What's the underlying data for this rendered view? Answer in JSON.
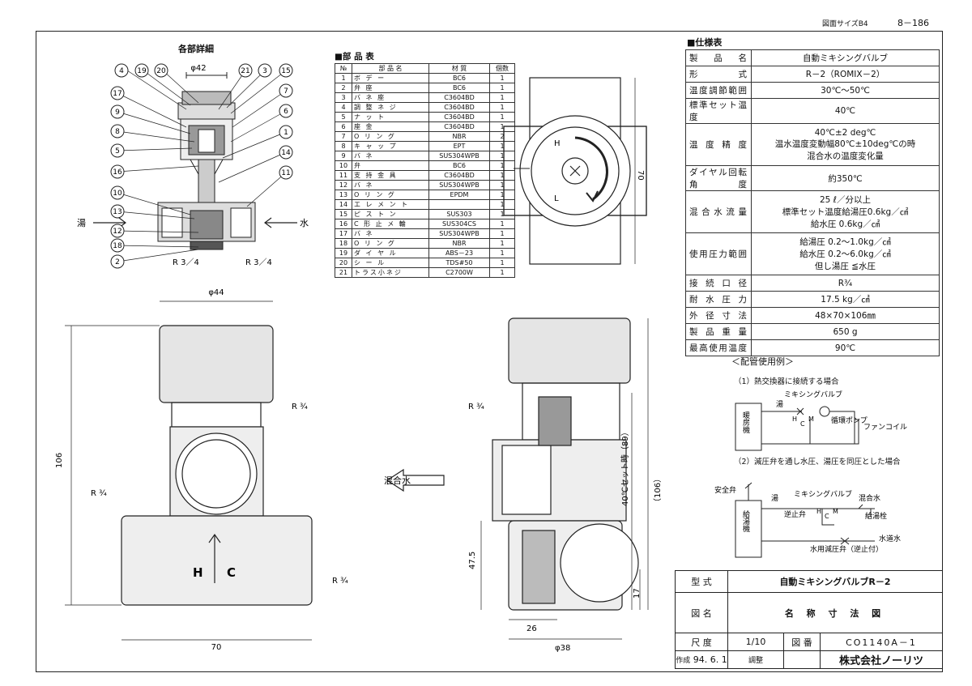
{
  "header": {
    "size_label": "図面サイズB4",
    "page": "8－186"
  },
  "detail_title": "各部詳細",
  "detail_labels": {
    "dia42": "φ42",
    "inlet_hot": "湯",
    "inlet_cold": "水",
    "port_left": "R 3／4",
    "port_right": "R 3／4",
    "callouts_left": [
      "4",
      "19",
      "20",
      "17",
      "9",
      "8",
      "5",
      "16",
      "10",
      "13",
      "12",
      "18",
      "2"
    ],
    "callouts_right": [
      "21",
      "3",
      "15",
      "7",
      "6",
      "1",
      "14",
      "11"
    ]
  },
  "parts_table": {
    "title": "■部 品 表",
    "headers": [
      "№",
      "部 品 名",
      "材 質",
      "個数"
    ],
    "rows": [
      [
        "1",
        "ボ デ ー",
        "BC6",
        "1"
      ],
      [
        "2",
        "弁 座",
        "BC6",
        "1"
      ],
      [
        "3",
        "バ ネ 座",
        "C3604BD",
        "1"
      ],
      [
        "4",
        "調 整 ネ ジ",
        "C3604BD",
        "1"
      ],
      [
        "5",
        "ナ ッ ト",
        "C3604BD",
        "1"
      ],
      [
        "6",
        "座 金",
        "C3604BD",
        "1"
      ],
      [
        "7",
        "O リ ン グ",
        "NBR",
        "2"
      ],
      [
        "8",
        "キ ャ ッ プ",
        "EPT",
        "1"
      ],
      [
        "9",
        "バ ネ",
        "SUS304WPB",
        "1"
      ],
      [
        "10",
        "弁",
        "BC6",
        "1"
      ],
      [
        "11",
        "支 持 金 具",
        "C3604BD",
        "1"
      ],
      [
        "12",
        "バ ネ",
        "SUS304WPB",
        "1"
      ],
      [
        "13",
        "O リ ン グ",
        "EPDM",
        "1"
      ],
      [
        "14",
        "エ レ メ ン ト",
        "",
        "1"
      ],
      [
        "15",
        "ピ ス ト ン",
        "SUS303",
        "1"
      ],
      [
        "16",
        "C 形 止 メ 輪",
        "SUS304CS",
        "1"
      ],
      [
        "17",
        "バ ネ",
        "SUS304WPB",
        "1"
      ],
      [
        "18",
        "O リ ン グ",
        "NBR",
        "1"
      ],
      [
        "19",
        "ダ イ ヤ ル",
        "ABS－23",
        "1"
      ],
      [
        "20",
        "シ ー ル",
        "TDS#50",
        "1"
      ],
      [
        "21",
        "トラス小ネジ",
        "C2700W",
        "1"
      ]
    ]
  },
  "spec_table": {
    "title": "■仕様表",
    "rows": [
      {
        "k": "製品名",
        "v": [
          "自動ミキシングバルブ"
        ]
      },
      {
        "k": "形式",
        "v": [
          "R－2（ROMIX－2）"
        ]
      },
      {
        "k": "温度調節範囲",
        "v": [
          "30℃～50℃"
        ]
      },
      {
        "k": "標準セット温度",
        "v": [
          "40℃"
        ]
      },
      {
        "k": "温度精度",
        "v": [
          "40℃±2 deg℃",
          "温水温度変動幅80℃±10deg℃の時",
          "混合水の温度変化量"
        ]
      },
      {
        "k": "ダイヤル回転角度",
        "v": [
          "約350℃"
        ]
      },
      {
        "k": "混合水流量",
        "v": [
          "25 ℓ／分以上",
          "標準セット温度給湯圧0.6kg／㎠",
          "給水圧 0.6kg／㎠"
        ]
      },
      {
        "k": "使用圧力範囲",
        "v": [
          "給湯圧 0.2～1.0kg／㎠",
          "給水圧 0.2～6.0kg／㎠",
          "但し湯圧 ≦水圧"
        ]
      },
      {
        "k": "接続口径",
        "v": [
          "R¾"
        ]
      },
      {
        "k": "耐水圧力",
        "v": [
          "17.5 kg／㎠"
        ]
      },
      {
        "k": "外径寸法",
        "v": [
          "48×70×106㎜"
        ]
      },
      {
        "k": "製品重量",
        "v": [
          "650 g"
        ]
      },
      {
        "k": "最高使用温度",
        "v": [
          "90℃"
        ]
      }
    ]
  },
  "piping": {
    "title": "＜配管使用例＞",
    "case1": "（1）熱交換器に接続する場合",
    "case2": "（2）減圧弁を通し水圧、湯圧を同圧とした場合",
    "mixing_valve": "ミキシングバルブ",
    "hot": "湯",
    "heater1": "暖房機",
    "pump": "循環ポンプ",
    "fancoil": "ファンコイル",
    "safety_valve": "安全弁",
    "heater2": "給湯機",
    "check_valve": "逆止弁",
    "mixed_water": "混合水",
    "hot_tap": "給湯栓",
    "tap_water": "水道水",
    "reducer": "水用減圧弁（逆止付）",
    "hcm": [
      "H",
      "C",
      "M"
    ]
  },
  "front_view": {
    "dia44": "φ44",
    "h106": "106",
    "w70": "70",
    "r_top": "R ¾",
    "r_left": "R ¾",
    "r_right": "R ¾",
    "h_letter": "H",
    "c_letter": "C"
  },
  "top_view": {
    "dim70": "70",
    "h": "H",
    "l": "L"
  },
  "section_view": {
    "r": "R ¾",
    "mixed_water": "混合水",
    "dim_475": "47.5",
    "dim_set": "40℃セット時（89）",
    "dim_106": "（106）",
    "dim_17": "17",
    "dim_26": "26",
    "dim_38": "φ38"
  },
  "title_block": {
    "type_k": "型 式",
    "type_v": "自動ミキシングバルブR－2",
    "name_k": "図 名",
    "name_v": "名 称 寸 法 図",
    "scale_k": "尺 度",
    "scale_v": "1/10",
    "dwg_k": "図 番",
    "dwg_v": "CO1140A－1",
    "made_k": "作成",
    "made_v": "94. 6. 1",
    "adj_k": "調整",
    "company": "株式会社ノーリツ"
  }
}
